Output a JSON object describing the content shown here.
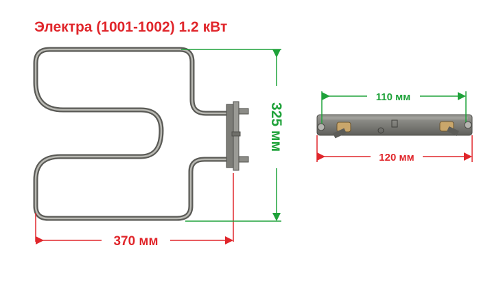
{
  "title": "Электра (1001-1002) 1.2 кВт",
  "dimensions": {
    "width_label": "370 мм",
    "height_label": "325 мм",
    "hole_spacing_label": "110 мм",
    "plate_length_label": "120 мм"
  },
  "colors": {
    "title": "#e0262b",
    "dimension_red": "#e0262b",
    "dimension_green": "#1fa23a",
    "element_metal": "#6a6a66",
    "plate_metal": "#8a8a85"
  }
}
